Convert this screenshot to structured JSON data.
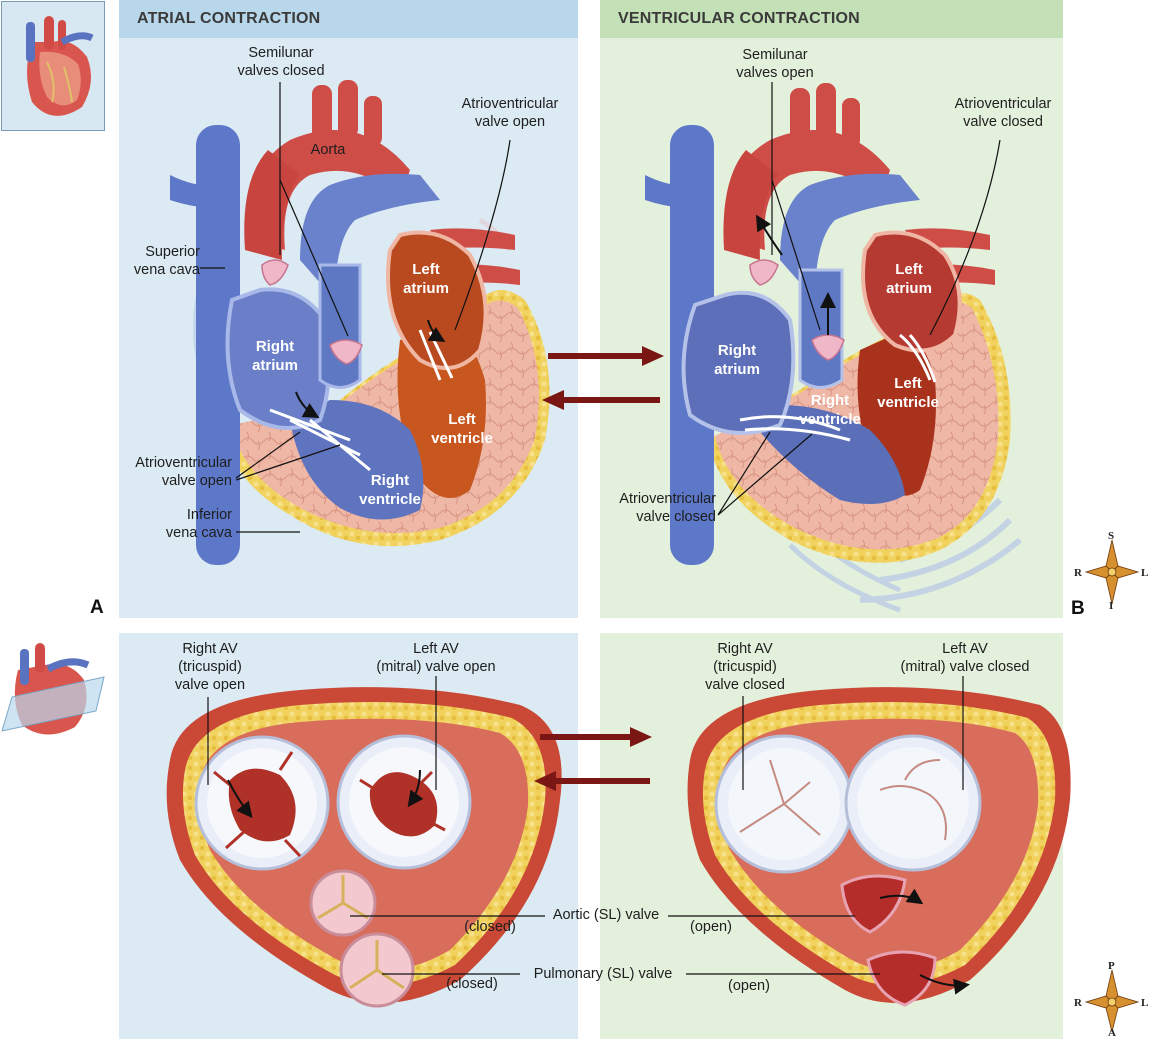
{
  "panels": {
    "atrial": {
      "header": "ATRIAL CONTRACTION"
    },
    "ventricular": {
      "header": "VENTRICULAR CONTRACTION"
    }
  },
  "letters": {
    "a": "A",
    "b": "B"
  },
  "top_left": {
    "semilunar": "Semilunar\nvalves closed",
    "aorta": "Aorta",
    "av_open_top": "Atrioventricular\nvalve open",
    "superior_vc": "Superior\nvena cava",
    "left_atrium": "Left\natrium",
    "right_atrium": "Right\natrium",
    "left_ventricle": "Left\nventricle",
    "right_ventricle": "Right\nventricle",
    "av_open_bottom": "Atrioventricular\nvalve open",
    "inferior_vc": "Inferior\nvena cava"
  },
  "top_right": {
    "semilunar": "Semilunar\nvalves open",
    "av_closed_top": "Atrioventricular\nvalve closed",
    "left_atrium": "Left\natrium",
    "right_atrium": "Right\natrium",
    "left_ventricle": "Left\nventricle",
    "right_ventricle": "Right\nventricle",
    "av_closed_bottom": "Atrioventricular\nvalve closed"
  },
  "bottom_left": {
    "right_av": "Right AV\n(tricuspid)\nvalve open",
    "left_av": "Left AV\n(mitral) valve open",
    "aortic_state": "(closed)",
    "pulmonary_state": "(closed)"
  },
  "bottom_right": {
    "right_av": "Right AV\n(tricuspid)\nvalve closed",
    "left_av": "Left AV\n(mitral) valve closed",
    "aortic_state": "(open)",
    "pulmonary_state": "(open)"
  },
  "shared": {
    "aortic_valve": "Aortic (SL) valve",
    "pulmonary_valve": "Pulmonary (SL) valve"
  },
  "compass_top": {
    "n": "S",
    "s": "I",
    "w": "R",
    "e": "L"
  },
  "compass_bottom": {
    "n": "P",
    "s": "A",
    "w": "R",
    "e": "L"
  },
  "colors": {
    "blood_red": "#c8453f",
    "vein_blue": "#5f78c6",
    "muscle_pink": "#efb9a8",
    "arrow_dark_red": "#7a1614",
    "header_blue": "#b9d7ea",
    "header_green": "#c4e0b6"
  }
}
